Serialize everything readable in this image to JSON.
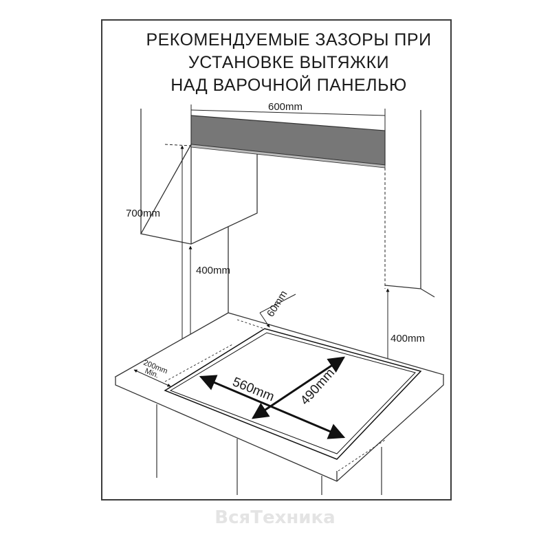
{
  "title": {
    "line1": "РЕКОМЕНДУЕМЫЕ ЗАЗОРЫ ПРИ",
    "line2": "УСТАНОВКЕ ВЫТЯЖКИ",
    "line3": "НАД ВАРОЧНОЙ ПАНЕЛЬЮ"
  },
  "dimensions": {
    "hood_width": "600mm",
    "cabinet_height": "700mm",
    "left_clearance": "400mm",
    "right_clearance": "400mm",
    "back_gap": "60mm",
    "front_gap_value": "200mm",
    "front_gap_min": "Min.",
    "hob_width": "560mm",
    "hob_depth": "490mm"
  },
  "watermark": "ВсяТехника"
}
